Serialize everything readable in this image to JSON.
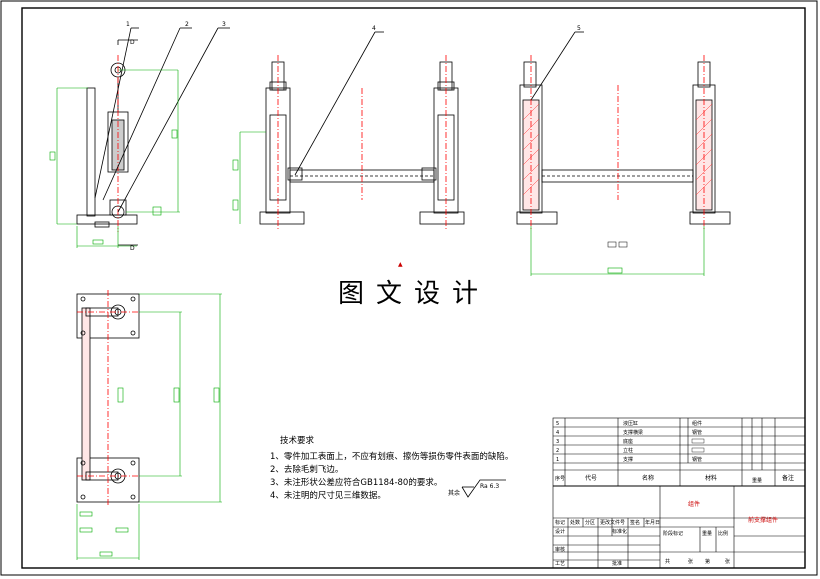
{
  "title_watermark": "图文设计",
  "balloons": [
    "1",
    "2",
    "3",
    "4",
    "5"
  ],
  "section_marks": [
    "D",
    "D"
  ],
  "tech_requirements": {
    "heading": "技术要求",
    "items": [
      "1、零件加工表面上，不应有划痕、擦伤等损伤零件表面的缺陷。",
      "2、去除毛刺飞边。",
      "3、未注形状公差应符合GB1184-80的要求。",
      "4、未注明的尺寸见三维数据。"
    ]
  },
  "roughness": {
    "prefix": "其余",
    "value": "Ra 6.3"
  },
  "bom_rows": [
    {
      "no": "5",
      "name": "液压缸",
      "material": "组件"
    },
    {
      "no": "4",
      "name": "支撑横梁",
      "material": "钢管"
    },
    {
      "no": "3",
      "name": "底座",
      "material": ""
    },
    {
      "no": "2",
      "name": "立柱",
      "material": ""
    },
    {
      "no": "1",
      "name": "支撑",
      "material": "钢管"
    }
  ],
  "bom_header": {
    "no": "序号",
    "code": "代号",
    "name": "名称",
    "material": "材料",
    "remark": "备注",
    "weight": "重量"
  },
  "title_block": {
    "drawing_name": "组件",
    "part_name": "前支撑组件",
    "labels": [
      "标记",
      "处数",
      "分区",
      "更改文件号",
      "签名",
      "年月日",
      "设计",
      "标准化",
      "审核",
      "工艺",
      "批准",
      "阶段标记",
      "重量",
      "比例",
      "共",
      "张",
      "第",
      "张"
    ]
  },
  "colors": {
    "line": "#000000",
    "dim": "#00aa00",
    "center": "#ff0000",
    "hatch": "#ff3333"
  }
}
